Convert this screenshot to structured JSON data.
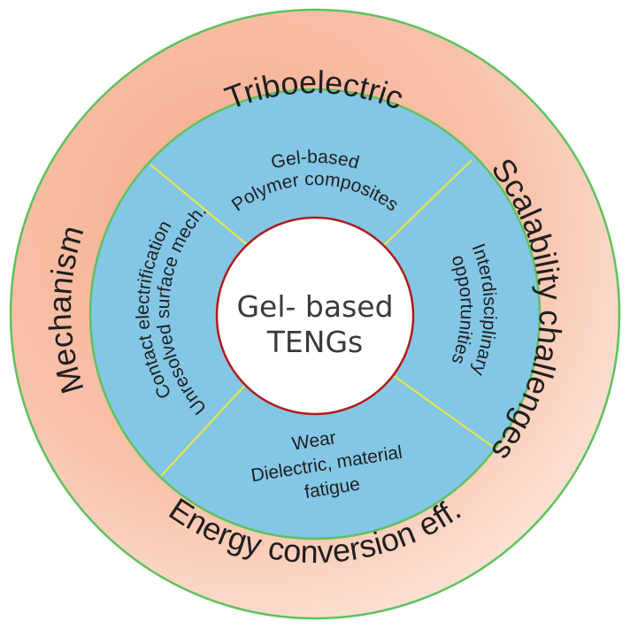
{
  "center": {
    "line1": "Gel- based",
    "line2": "TENGs"
  },
  "outer_ring": {
    "top": "Triboelectric",
    "right": "Scalability challenges",
    "bottom": "Energy conversion eff.",
    "left": "Mechanism"
  },
  "inner_ring": {
    "top": {
      "line1": "Gel-based",
      "line2": "Polymer composites"
    },
    "right": {
      "line1": "Interdisciplinary",
      "line2": "opportunities"
    },
    "bottom": {
      "line1": "Wear",
      "line2": "Dielectric, material",
      "line3": "fatigue"
    },
    "left": {
      "line1": "Contact electrification",
      "line2": "Unresolved surface mech."
    }
  },
  "colors": {
    "outer_fill_start": "#f7b49a",
    "outer_fill_end": "#fde6da",
    "inner_fill": "#84c6e6",
    "border_green": "#5cc25c",
    "divider_yellow": "#e6e84a",
    "center_border": "#b01c1c",
    "center_fill": "#ffffff"
  }
}
